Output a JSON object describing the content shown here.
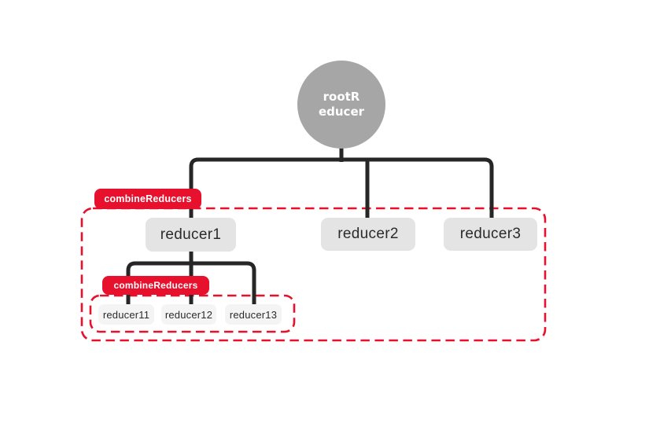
{
  "diagram": {
    "root_node": {
      "label": "rootReducer",
      "line1": "rootR",
      "line2": "educer"
    },
    "outer_group": {
      "badge_label": "combineReducers",
      "children": [
        "reducer1",
        "reducer2",
        "reducer3"
      ]
    },
    "inner_group": {
      "badge_label": "combineReducers",
      "children": [
        "reducer11",
        "reducer12",
        "reducer13"
      ]
    },
    "colors": {
      "accent_red": "#e8112d",
      "root_node_gray": "#a6a6a6",
      "box_gray": "#e4e4e4",
      "small_box_gray": "#f4f4f4",
      "connector_black": "#262626",
      "background": "#ffffff"
    }
  }
}
